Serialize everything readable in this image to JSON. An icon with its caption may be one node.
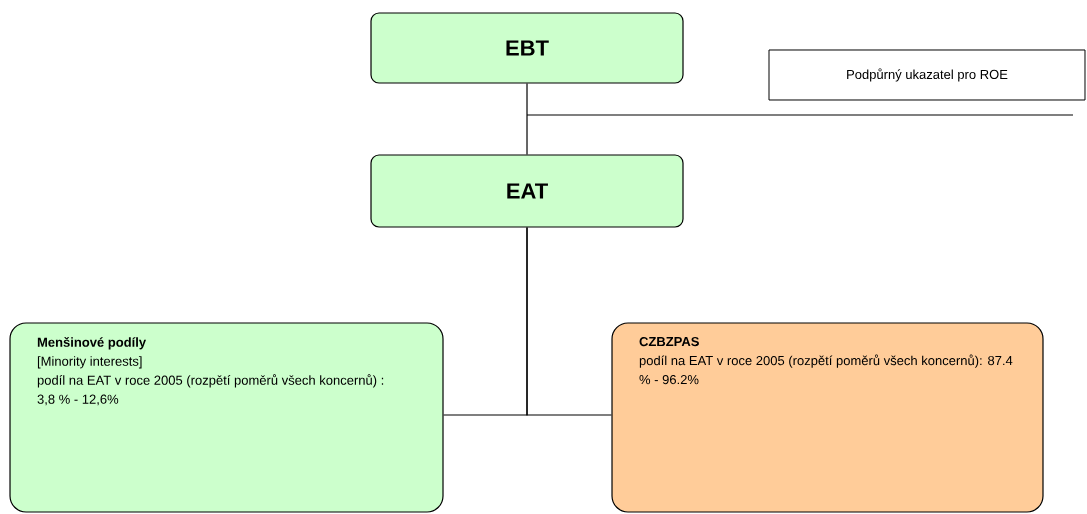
{
  "diagram": {
    "nodes": [
      {
        "text": [
          "EBT"
        ]
      },
      {
        "text": [
          "EAT"
        ]
      },
      {
        "text": [
          "Podpůrný ukazatel pro ROE"
        ]
      },
      {
        "text": [
          "Menšinové podíly",
          "[Minority interests]",
          "podíl na EAT v roce 2005 (rozpětí poměrů všech koncernů) : 3,8 % - 12,6%"
        ]
      },
      {
        "text": [
          "CZBZPAS",
          "podíl na EAT v roce 2005 (rozpětí poměrů všech koncernů): 87.4 % - 96.2%"
        ]
      }
    ],
    "edges": [
      {
        "from": 0,
        "to": 1,
        "arrow": "none"
      },
      {
        "from": 1,
        "to": 3,
        "arrow": "none"
      },
      {
        "from": 1,
        "to": 4,
        "arrow": "none"
      }
    ]
  }
}
